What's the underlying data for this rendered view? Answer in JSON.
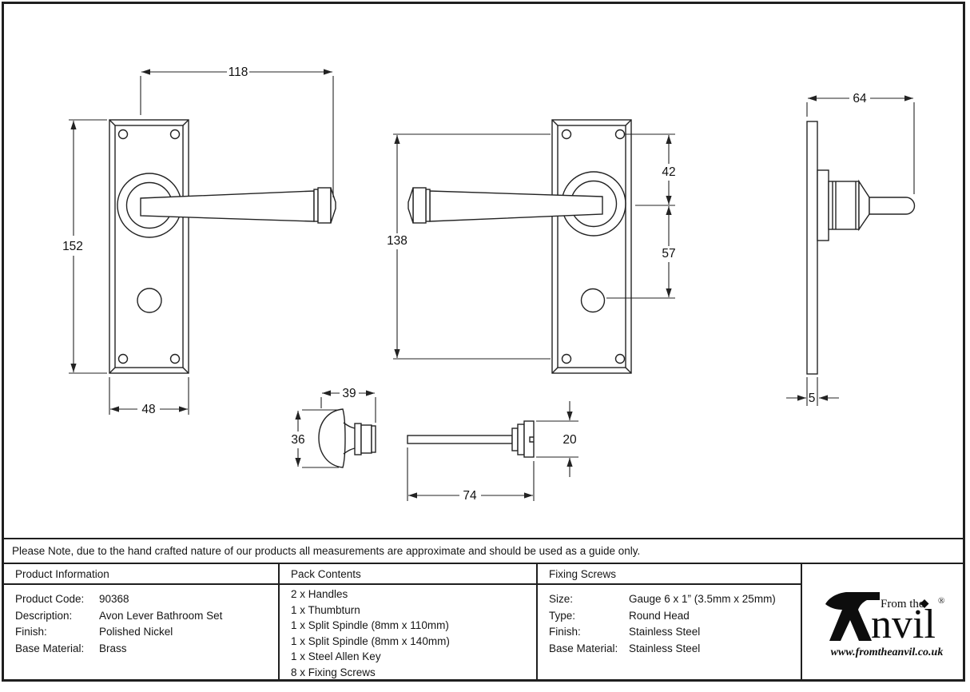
{
  "note": "Please Note, due to the hand crafted nature of our products all measurements are approximate and should be used as a guide only.",
  "product_information": {
    "header": "Product Information",
    "rows": [
      {
        "label": "Product Code:",
        "value": "90368"
      },
      {
        "label": "Description:",
        "value": "Avon Lever Bathroom Set"
      },
      {
        "label": "Finish:",
        "value": "Polished Nickel"
      },
      {
        "label": "Base Material:",
        "value": "Brass"
      }
    ]
  },
  "pack_contents": {
    "header": "Pack Contents",
    "items": [
      "2 x Handles",
      "1 x Thumbturn",
      "1 x Split Spindle (8mm x 110mm)",
      "1 x Split Spindle (8mm x 140mm)",
      "1 x Steel Allen Key",
      "8 x Fixing Screws"
    ]
  },
  "fixing_screws": {
    "header": "Fixing Screws",
    "rows": [
      {
        "label": "Size:",
        "value": "Gauge 6 x 1” (3.5mm x 25mm)"
      },
      {
        "label": "Type:",
        "value": "Round Head"
      },
      {
        "label": "Finish:",
        "value": "Stainless Steel"
      },
      {
        "label": "Base Material:",
        "value": "Stainless Steel"
      }
    ]
  },
  "logo": {
    "from_the": "From the",
    "brand_suffix": "nvil",
    "registered": "®",
    "website": "www.fromtheanvil.co.uk"
  },
  "drawing": {
    "dimensions": {
      "lever_length": "118",
      "plate_height": "152",
      "plate_width": "48",
      "screw_centres": "138",
      "plate_top_to_lever": "42",
      "lever_to_thumbturn": "57",
      "projection": "64",
      "plate_thickness": "5",
      "thumbturn_width": "39",
      "thumbturn_height": "36",
      "spindle_length": "74",
      "spindle_end_height": "20"
    }
  }
}
